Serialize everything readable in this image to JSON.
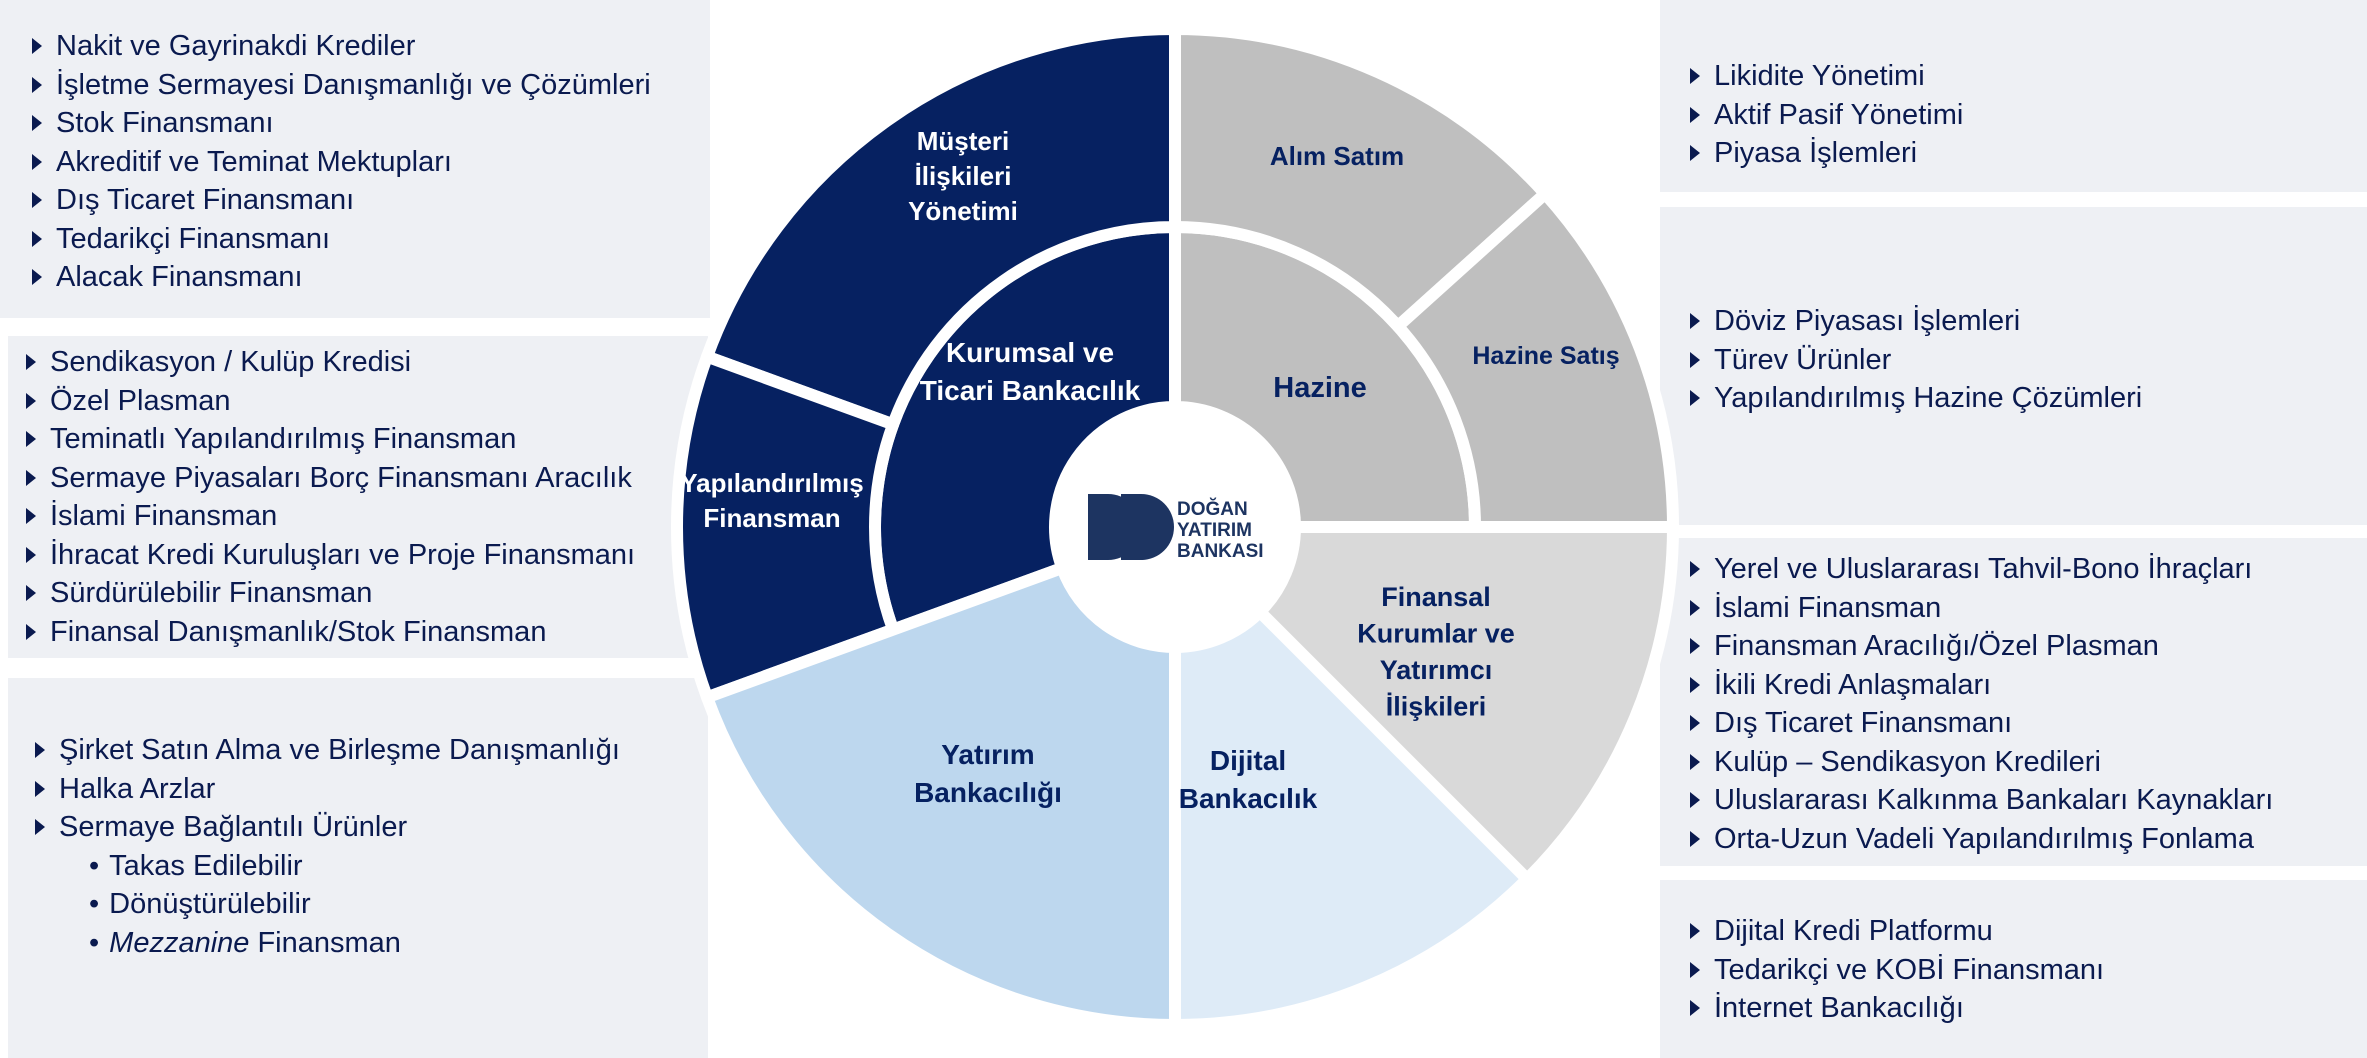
{
  "sectors": {
    "musteri": {
      "lines": [
        "Müşteri",
        "İlişkileri",
        "Yönetimi"
      ]
    },
    "yapilandirilmis": {
      "lines": [
        "Yapılandırılmış",
        "Finansman"
      ]
    },
    "kurumsal": {
      "lines": [
        "Kurumsal ve",
        "Ticari Bankacılık"
      ]
    },
    "alim": {
      "lines": [
        "Alım Satım"
      ]
    },
    "hazine_satis": {
      "lines": [
        "Hazine Satış"
      ]
    },
    "hazine": {
      "lines": [
        "Hazine"
      ]
    },
    "finansal": {
      "lines": [
        "Finansal",
        "Kurumlar ve",
        "Yatırımcı",
        "İlişkileri"
      ]
    },
    "yatirim": {
      "lines": [
        "Yatırım",
        "Bankacılığı"
      ]
    },
    "dijital": {
      "lines": [
        "Dijital",
        "Bankacılık"
      ]
    }
  },
  "logo": {
    "lines": [
      "DOĞAN",
      "YATIRIM",
      "BANKASI"
    ]
  },
  "lists": {
    "musteri": [
      "Nakit ve Gayrinakdi Krediler",
      "İşletme Sermayesi Danışmanlığı ve Çözümleri",
      "Stok Finansmanı",
      "Akreditif ve Teminat Mektupları",
      "Dış Ticaret Finansmanı",
      "Tedarikçi Finansmanı",
      "Alacak Finansmanı"
    ],
    "yapilandirilmis": [
      "Sendikasyon / Kulüp Kredisi",
      "Özel Plasman",
      "Teminatlı Yapılandırılmış Finansman",
      "Sermaye Piyasaları Borç Finansmanı Aracılık",
      "İslami Finansman",
      "İhracat Kredi Kuruluşları ve Proje Finansmanı",
      "Sürdürülebilir Finansman",
      "Finansal Danışmanlık/Stok Finansman"
    ],
    "yatirim": [
      "Şirket Satın Alma ve Birleşme Danışmanlığı",
      "Halka Arzlar",
      "Sermaye Bağlantılı Ürünler"
    ],
    "yatirim_sub": [
      "Takas Edilebilir",
      "Dönüştürülebilir"
    ],
    "yatirim_sub_last": {
      "italic": "Mezzanine",
      "rest": " Finansman"
    },
    "alim": [
      "Likidite Yönetimi",
      "Aktif Pasif Yönetimi",
      "Piyasa İşlemleri"
    ],
    "hazine_satis": [
      "Döviz Piyasası İşlemleri",
      "Türev Ürünler",
      "Yapılandırılmış Hazine Çözümleri"
    ],
    "finansal": [
      "Yerel ve Uluslararası Tahvil-Bono İhraçları",
      "İslami Finansman",
      "Finansman Aracılığı/Özel Plasman",
      "İkili Kredi Anlaşmaları",
      "Dış Ticaret Finansmanı",
      "Kulüp – Sendikasyon Kredileri",
      "Uluslararası Kalkınma Bankaları Kaynakları",
      "Orta-Uzun Vadeli Yapılandırılmış  Fonlama"
    ],
    "dijital": [
      "Dijital Kredi Platformu",
      "Tedarikçi ve KOBİ Finansmanı",
      "İnternet Bankacılığı"
    ]
  },
  "colors": {
    "navy": "#062161",
    "gray": "#bfbfbf",
    "lightgray": "#d9d9d9",
    "lightblue": "#bdd7ee",
    "paleblue": "#deebf7",
    "panel": "#eef0f4",
    "text": "#0a1a4f"
  }
}
